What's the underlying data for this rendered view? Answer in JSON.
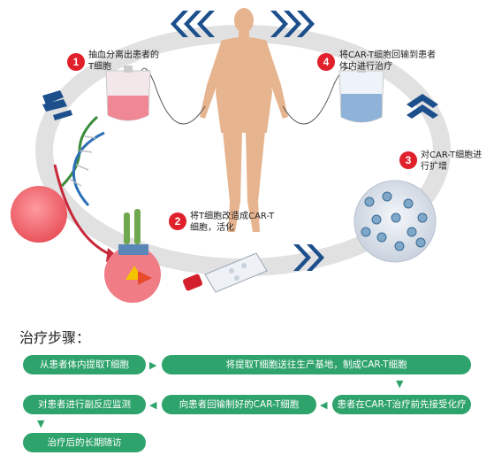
{
  "steps": [
    {
      "number": "1",
      "text_line1": "抽血分离出患者的",
      "text_line2": "T细胞"
    },
    {
      "number": "2",
      "text_line1": "将T细胞改造成CAR-T",
      "text_line2": "细胞，活化"
    },
    {
      "number": "3",
      "text_line1": "对CAR-T细胞进",
      "text_line2": "行扩增"
    },
    {
      "number": "4",
      "text_line1": "将CAR-T细胞回输到患者",
      "text_line2": "体内进行治疗"
    }
  ],
  "section_title": "治疗步骤：",
  "flow": {
    "box1": "从患者体内提取T细胞",
    "box2": "将提取T细胞送往生产基地，制成CAR-T细胞",
    "box3": "患者在CAR-T治疗前先接受化疗",
    "box4": "向患者回输制好的CAR-T细胞",
    "box5": "对患者进行副反应监测",
    "box6": "治疗后的长期随访"
  },
  "colors": {
    "cycle_arrow": "#1c4f8c",
    "badge": "#e0202a",
    "flow_green": "#2ea36b",
    "body_skin": "#e8b894",
    "ring": "#dcdcdc"
  }
}
